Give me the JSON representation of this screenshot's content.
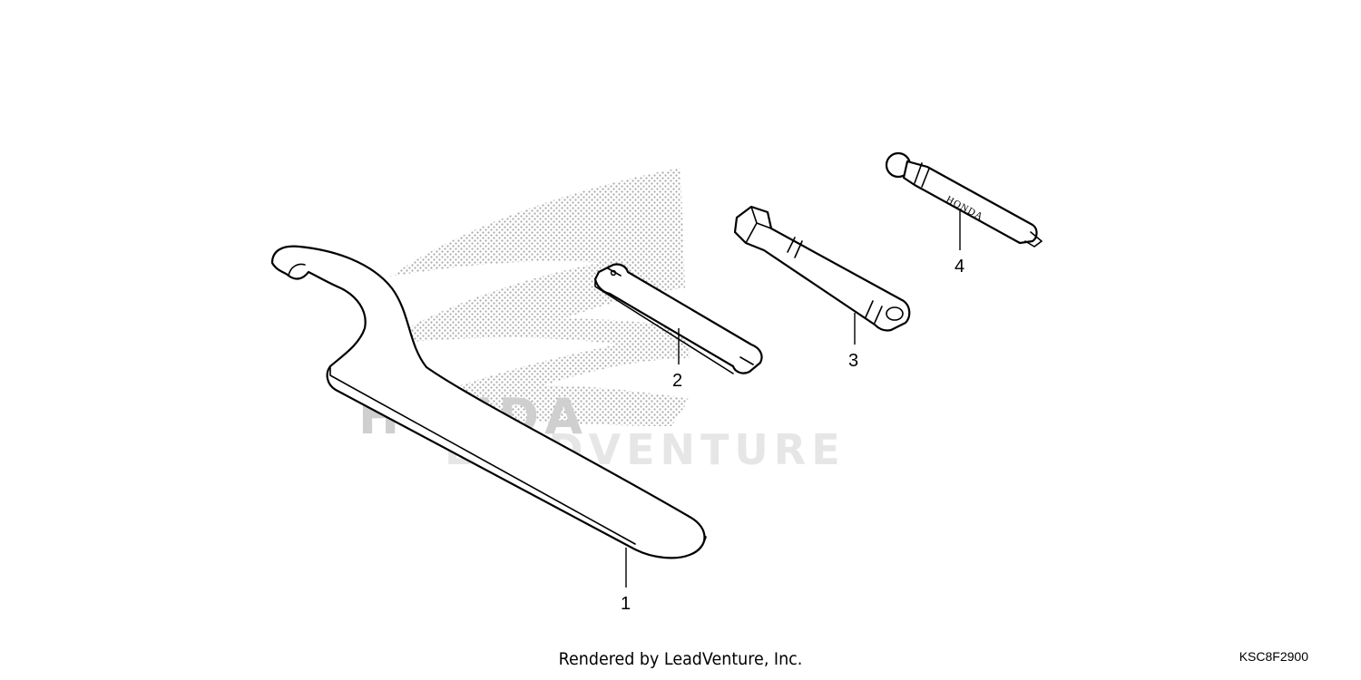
{
  "diagram": {
    "code": "KSC8F2900",
    "credit": "Rendered by LeadVenture, Inc.",
    "watermark": {
      "brand": "HONDA",
      "company": "LEADVENTURE"
    },
    "engraving": "HONDA",
    "callouts": [
      {
        "number": "1",
        "part": "pin-spanner-wrench"
      },
      {
        "number": "2",
        "part": "spoke-wrench"
      },
      {
        "number": "3",
        "part": "socket-extension-tool"
      },
      {
        "number": "4",
        "part": "screwdriver-grip"
      }
    ]
  }
}
